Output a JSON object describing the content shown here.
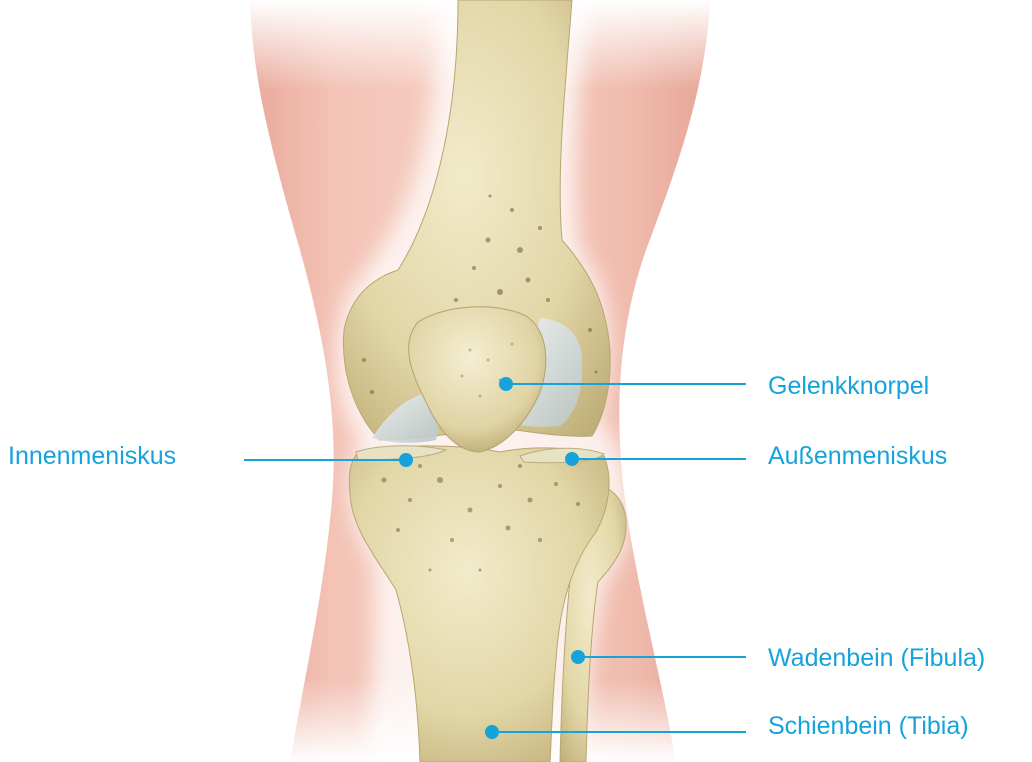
{
  "accent_color": "#16a3dc",
  "labels": [
    {
      "id": "cartilage",
      "text": "Gelenkknorpel"
    },
    {
      "id": "medial-meniscus",
      "text": "Innenmeniskus"
    },
    {
      "id": "lateral-meniscus",
      "text": "Außenmeniskus"
    },
    {
      "id": "fibula",
      "text": "Wadenbein (Fibula)"
    },
    {
      "id": "tibia",
      "text": "Schienbein (Tibia)"
    }
  ]
}
